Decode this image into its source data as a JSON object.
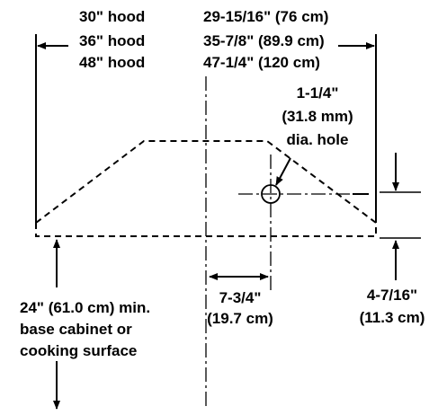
{
  "hood_widths": [
    {
      "label": "30\" hood",
      "value": "29-15/16\" (76 cm)"
    },
    {
      "label": "36\" hood",
      "value": "35-7/8\" (89.9 cm)"
    },
    {
      "label": "48\" hood",
      "value": "47-1/4\" (120 cm)"
    }
  ],
  "hole": {
    "line1": "1-1/4\"",
    "line2": "(31.8 mm)",
    "line3": "dia. hole"
  },
  "offset": {
    "line1": "7-3/4\"",
    "line2": "(19.7 cm)"
  },
  "depth": {
    "line1": "4-7/16\"",
    "line2": "(11.3 cm)"
  },
  "clearance": {
    "line1": "24\" (61.0 cm) min.",
    "line2": "base cabinet or",
    "line3": "cooking surface"
  },
  "colors": {
    "ink": "#000000",
    "background": "#ffffff"
  }
}
